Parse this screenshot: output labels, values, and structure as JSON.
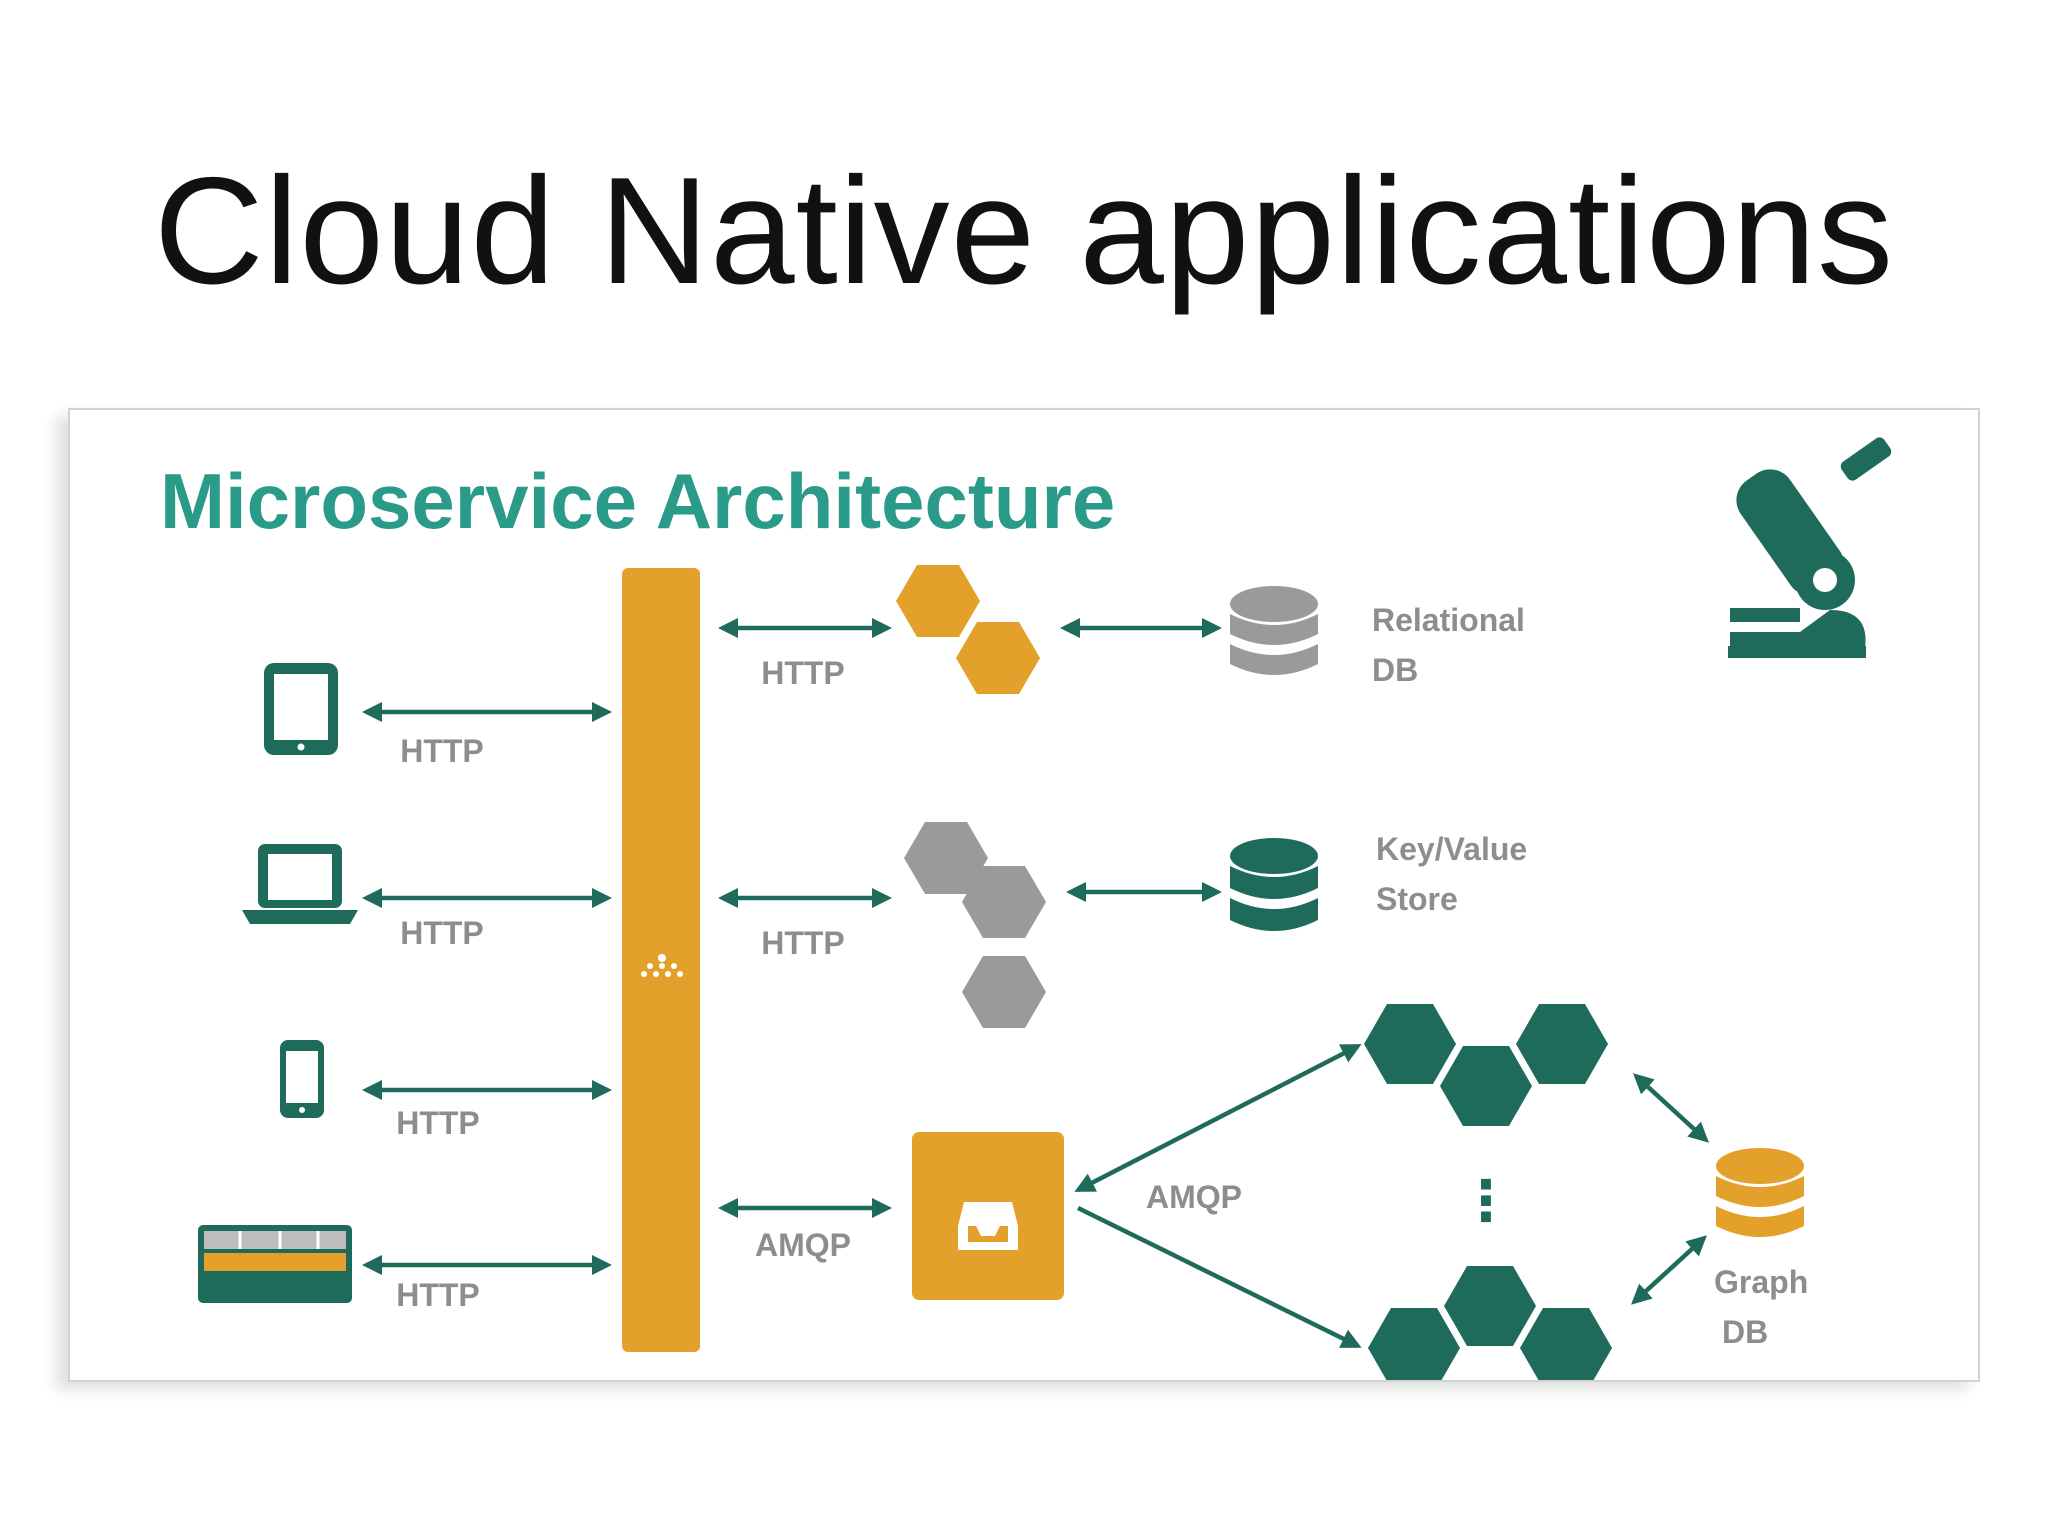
{
  "slide": {
    "title": "Cloud Native applications"
  },
  "diagram": {
    "title": "Microservice Architecture",
    "colors": {
      "teal": "#1e6b5c",
      "orange": "#e3a02a",
      "gray": "#9a9a9a",
      "title": "#2a9a89"
    },
    "clients": [
      {
        "icon": "tablet-icon",
        "protocol": "HTTP"
      },
      {
        "icon": "laptop-icon",
        "protocol": "HTTP"
      },
      {
        "icon": "phone-icon",
        "protocol": "HTTP"
      },
      {
        "icon": "web-app-icon",
        "protocol": "HTTP"
      }
    ],
    "gateway": {
      "icon": "hierarchy-icon"
    },
    "service_links": [
      "HTTP",
      "HTTP",
      "AMQP"
    ],
    "stores": {
      "relational": {
        "line1": "Relational",
        "line2": "DB"
      },
      "keyvalue": {
        "line1": "Key/Value",
        "line2": "Store"
      },
      "graph": {
        "line1": "Graph",
        "line2": "DB"
      }
    },
    "queue": {
      "icon": "inbox-icon",
      "protocol": "AMQP"
    },
    "ellipsis": "⋮",
    "logo": "microscope-icon"
  }
}
